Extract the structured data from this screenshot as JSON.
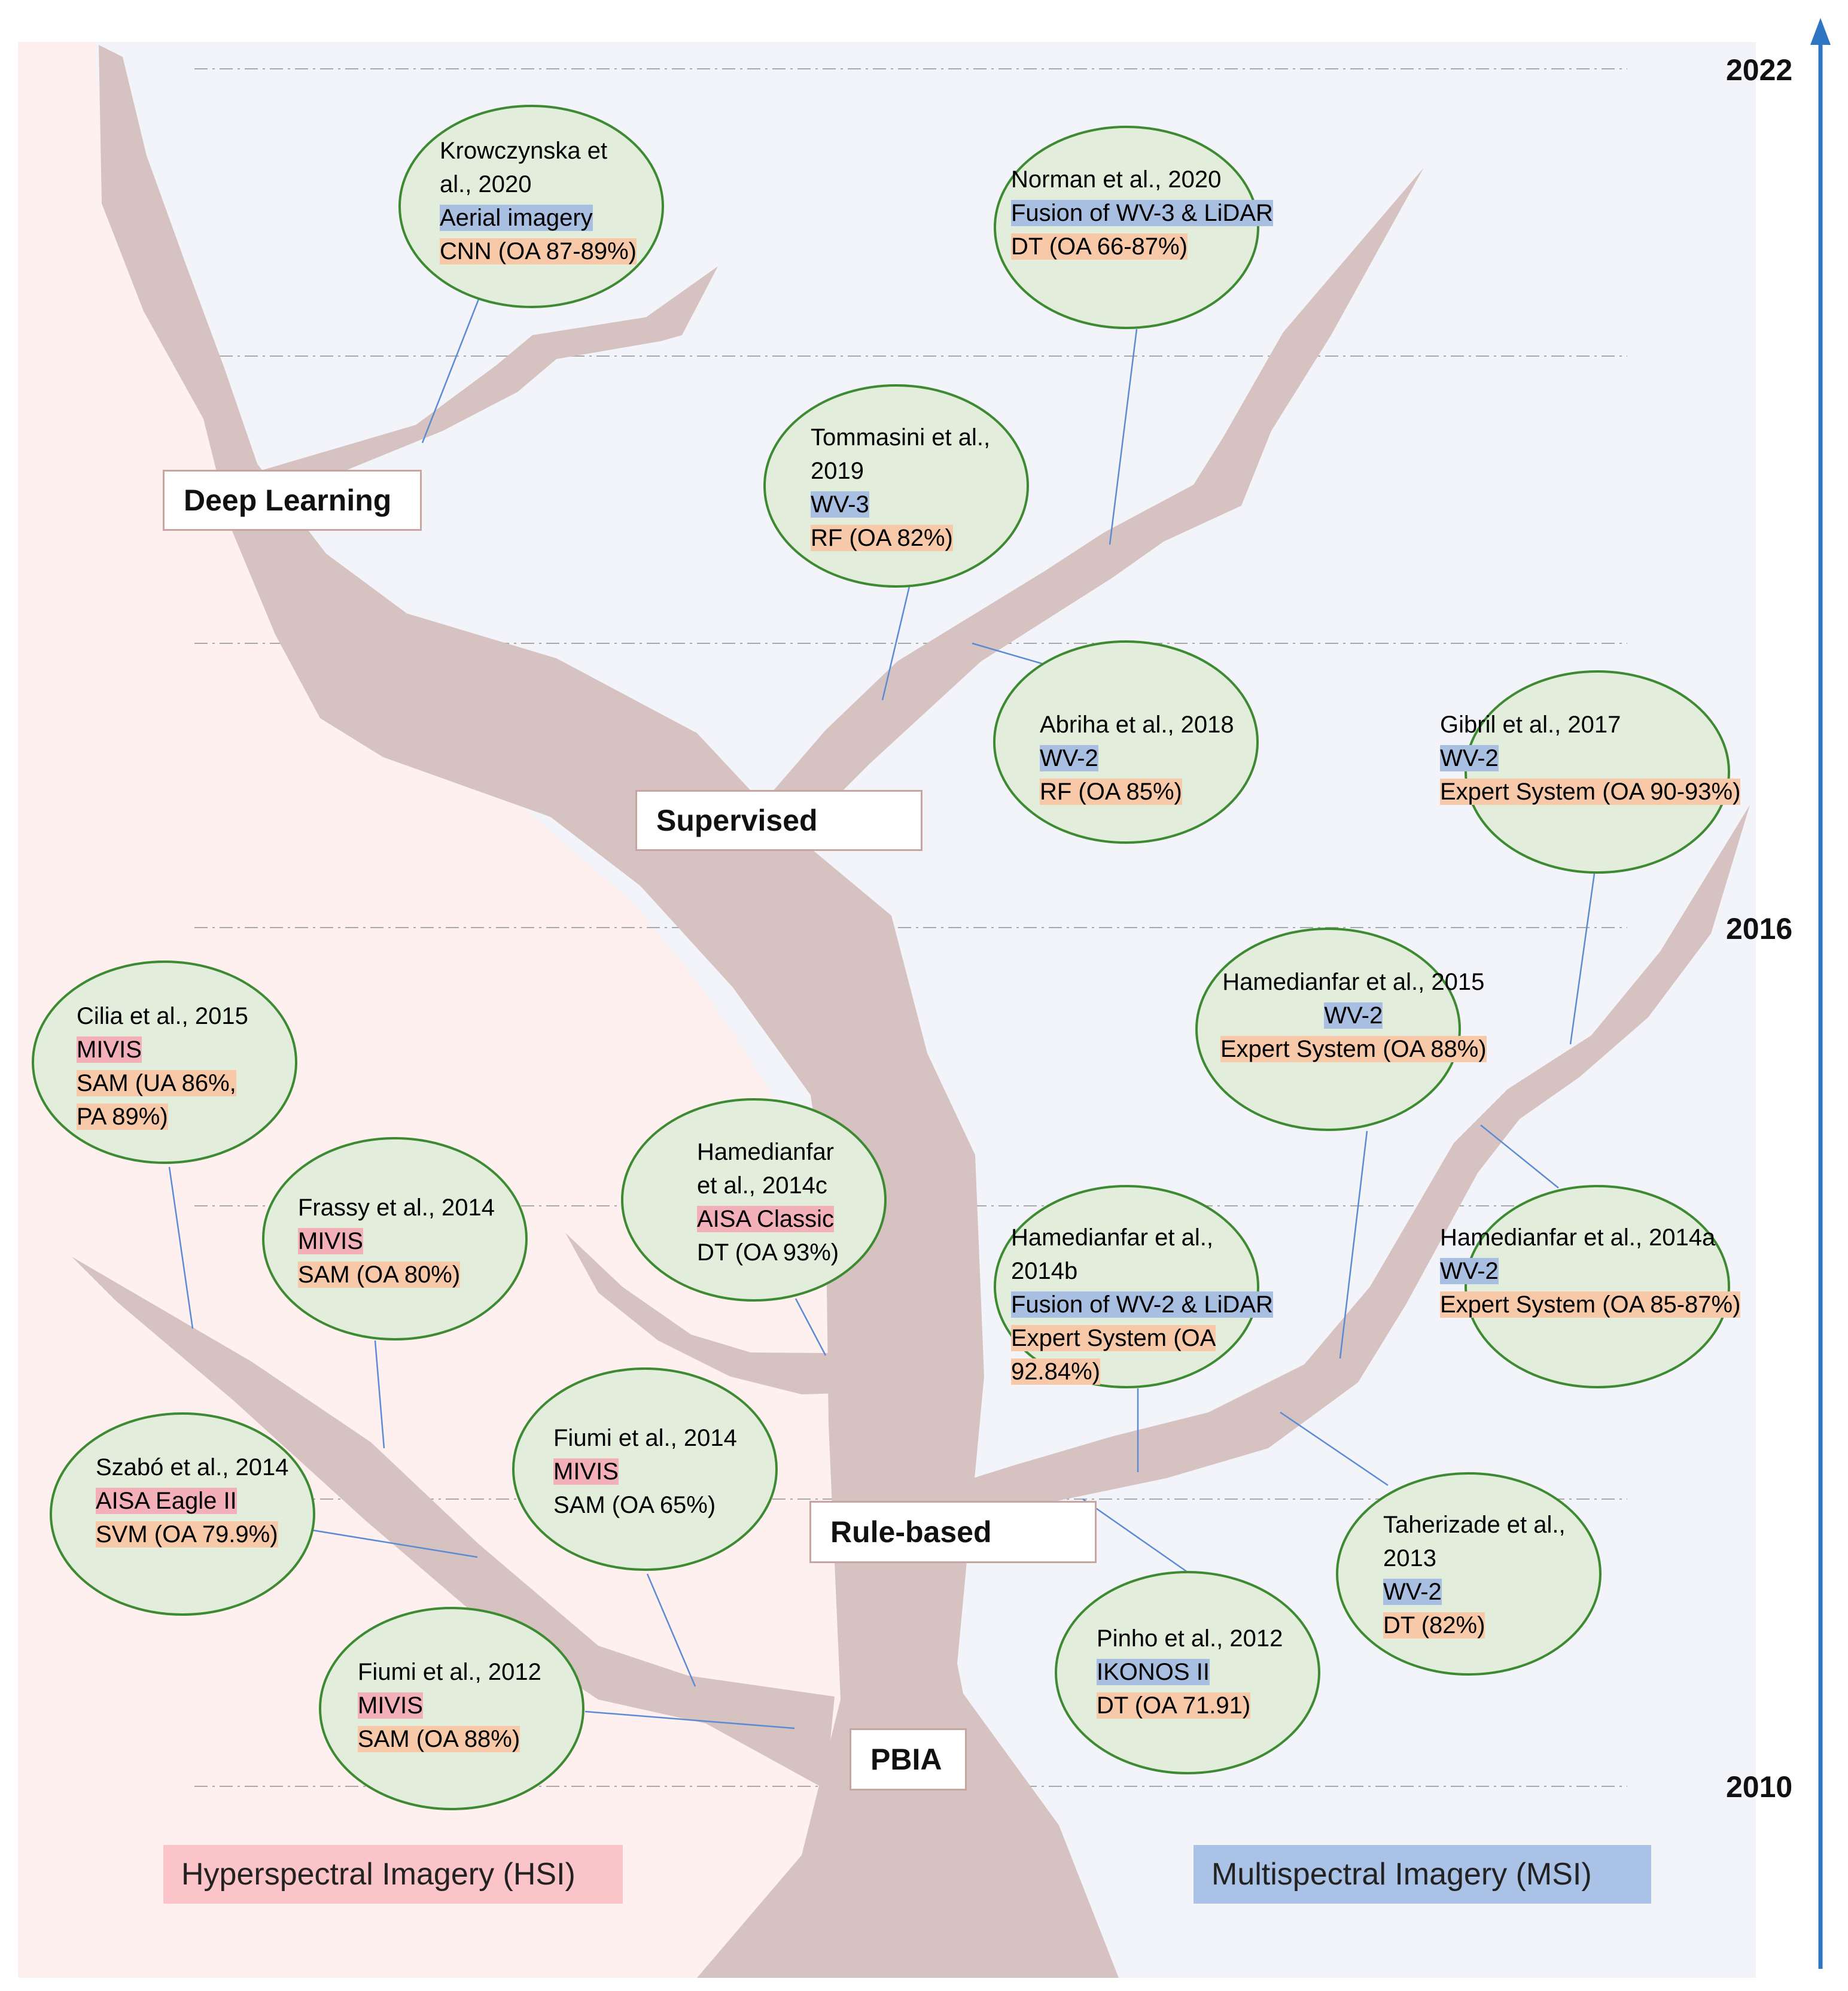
{
  "categories": {
    "deep_learning": "Deep Learning",
    "supervised": "Supervised",
    "rule_based": "Rule-based",
    "pbia": "PBIA"
  },
  "years": {
    "top": "2022",
    "middle": "2016",
    "bottom": "2010"
  },
  "legend": {
    "hsi": "Hyperspectral Imagery (HSI)",
    "msi": "Multispectral Imagery (MSI)"
  },
  "colors": {
    "hsi_background": "#fdf0ef",
    "msi_background": "#f3f4f9",
    "trunk": "#d6c3c1",
    "node_fill": "#e2eedb",
    "node_border": "#3e8a33",
    "connector": "#5b8bd4",
    "sensor_msi_highlight": "#a9bfe2",
    "sensor_hsi_highlight": "#f4b0b8",
    "method_highlight": "#f8c9a8",
    "timeline_arrow": "#2e75c3"
  },
  "studies": [
    {
      "author": [
        "Krowczynska et",
        "al., 2020"
      ],
      "sensor": "Aerial imagery",
      "sensor_type": "msi",
      "method": [
        "CNN (OA 87-89%)"
      ]
    },
    {
      "author": [
        "Norman et al., 2020"
      ],
      "sensor": "Fusion of WV-3 & LiDAR",
      "sensor_type": "msi",
      "method": [
        "DT (OA 66-87%)"
      ]
    },
    {
      "author": [
        "Tommasini et al.,",
        "2019"
      ],
      "sensor": "WV-3",
      "sensor_type": "msi",
      "method": [
        "RF (OA 82%)"
      ]
    },
    {
      "author": [
        "Abriha et al., 2018"
      ],
      "sensor": "WV-2",
      "sensor_type": "msi",
      "method": [
        "RF (OA 85%)"
      ]
    },
    {
      "author": [
        "Gibril et al., 2017"
      ],
      "sensor": "WV-2",
      "sensor_type": "msi",
      "method": [
        "Expert System (OA 90-93%)"
      ]
    },
    {
      "author": [
        "Hamedianfar et al., 2015"
      ],
      "sensor": "WV-2",
      "sensor_type": "msi",
      "method": [
        "Expert System (OA 88%)"
      ]
    },
    {
      "author": [
        "Cilia et al., 2015"
      ],
      "sensor": "MIVIS",
      "sensor_type": "hsi",
      "method": [
        "SAM (UA 86%,",
        "PA 89%)"
      ]
    },
    {
      "author": [
        "Hamedianfar",
        "et al., 2014c"
      ],
      "sensor": "AISA Classic",
      "sensor_type": "hsi",
      "method_plain": "DT (OA 93%)"
    },
    {
      "author": [
        "Frassy et al., 2014"
      ],
      "sensor": "MIVIS",
      "sensor_type": "hsi",
      "method": [
        "SAM (OA 80%)"
      ]
    },
    {
      "author": [
        "Hamedianfar et al.,",
        "2014b"
      ],
      "sensor": "Fusion of WV-2 & LiDAR",
      "sensor_type": "msi",
      "method": [
        "Expert System (OA",
        "92.84%)"
      ]
    },
    {
      "author": [
        "Hamedianfar et al., 2014a"
      ],
      "sensor": "WV-2",
      "sensor_type": "msi",
      "method": [
        "Expert System (OA 85-87%)"
      ]
    },
    {
      "author": [
        "Fiumi et al., 2014"
      ],
      "sensor": "MIVIS",
      "sensor_type": "hsi",
      "method_plain": "SAM (OA 65%)"
    },
    {
      "author": [
        "Szabó et al., 2014"
      ],
      "sensor": "AISA Eagle II",
      "sensor_type": "hsi",
      "method": [
        "SVM (OA 79.9%)"
      ]
    },
    {
      "author": [
        "Taherizade et al.,",
        "2013"
      ],
      "sensor": "WV-2",
      "sensor_type": "msi",
      "method": [
        "DT (82%)"
      ]
    },
    {
      "author": [
        "Pinho et al., 2012"
      ],
      "sensor": "IKONOS II",
      "sensor_type": "msi",
      "method": [
        "DT (OA 71.91)"
      ]
    },
    {
      "author": [
        "Fiumi et al., 2012"
      ],
      "sensor": "MIVIS",
      "sensor_type": "hsi",
      "method": [
        "SAM (OA 88%)"
      ]
    }
  ]
}
